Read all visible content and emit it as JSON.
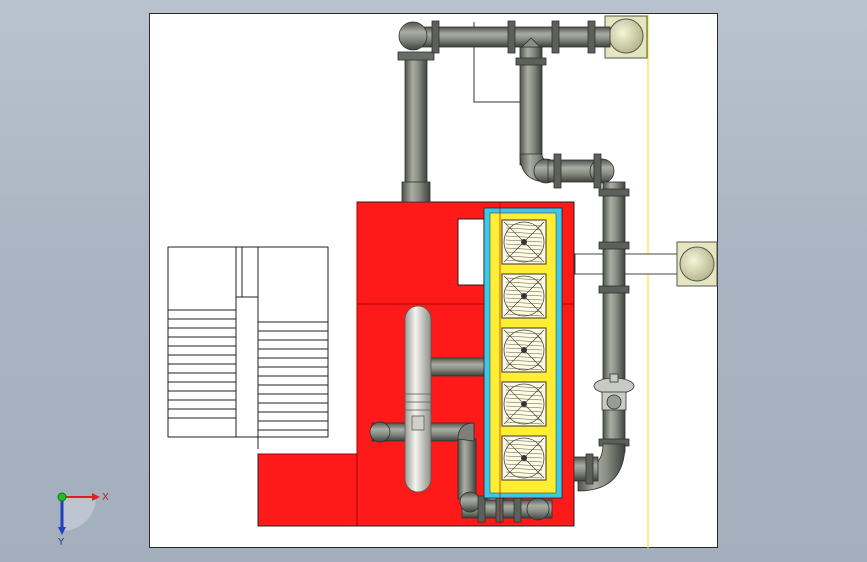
{
  "triad": {
    "x_label": "X",
    "y_label": "Y"
  },
  "colors": {
    "background_top": "#b9c3cf",
    "viewport": "#ffffff",
    "frame_red": "#ff1a1a",
    "pipe_gray": "#7c8078",
    "cyan_frame": "#3fc7e8",
    "yellow_frame": "#ffee33",
    "fan_outline": "#333333",
    "duct_yellow": "#e4e6c0",
    "tank_gray": "#e2e2dc",
    "axis_x": "#e02020",
    "axis_y": "#2040c0",
    "axis_origin": "#20c020"
  },
  "fan_count": 5
}
